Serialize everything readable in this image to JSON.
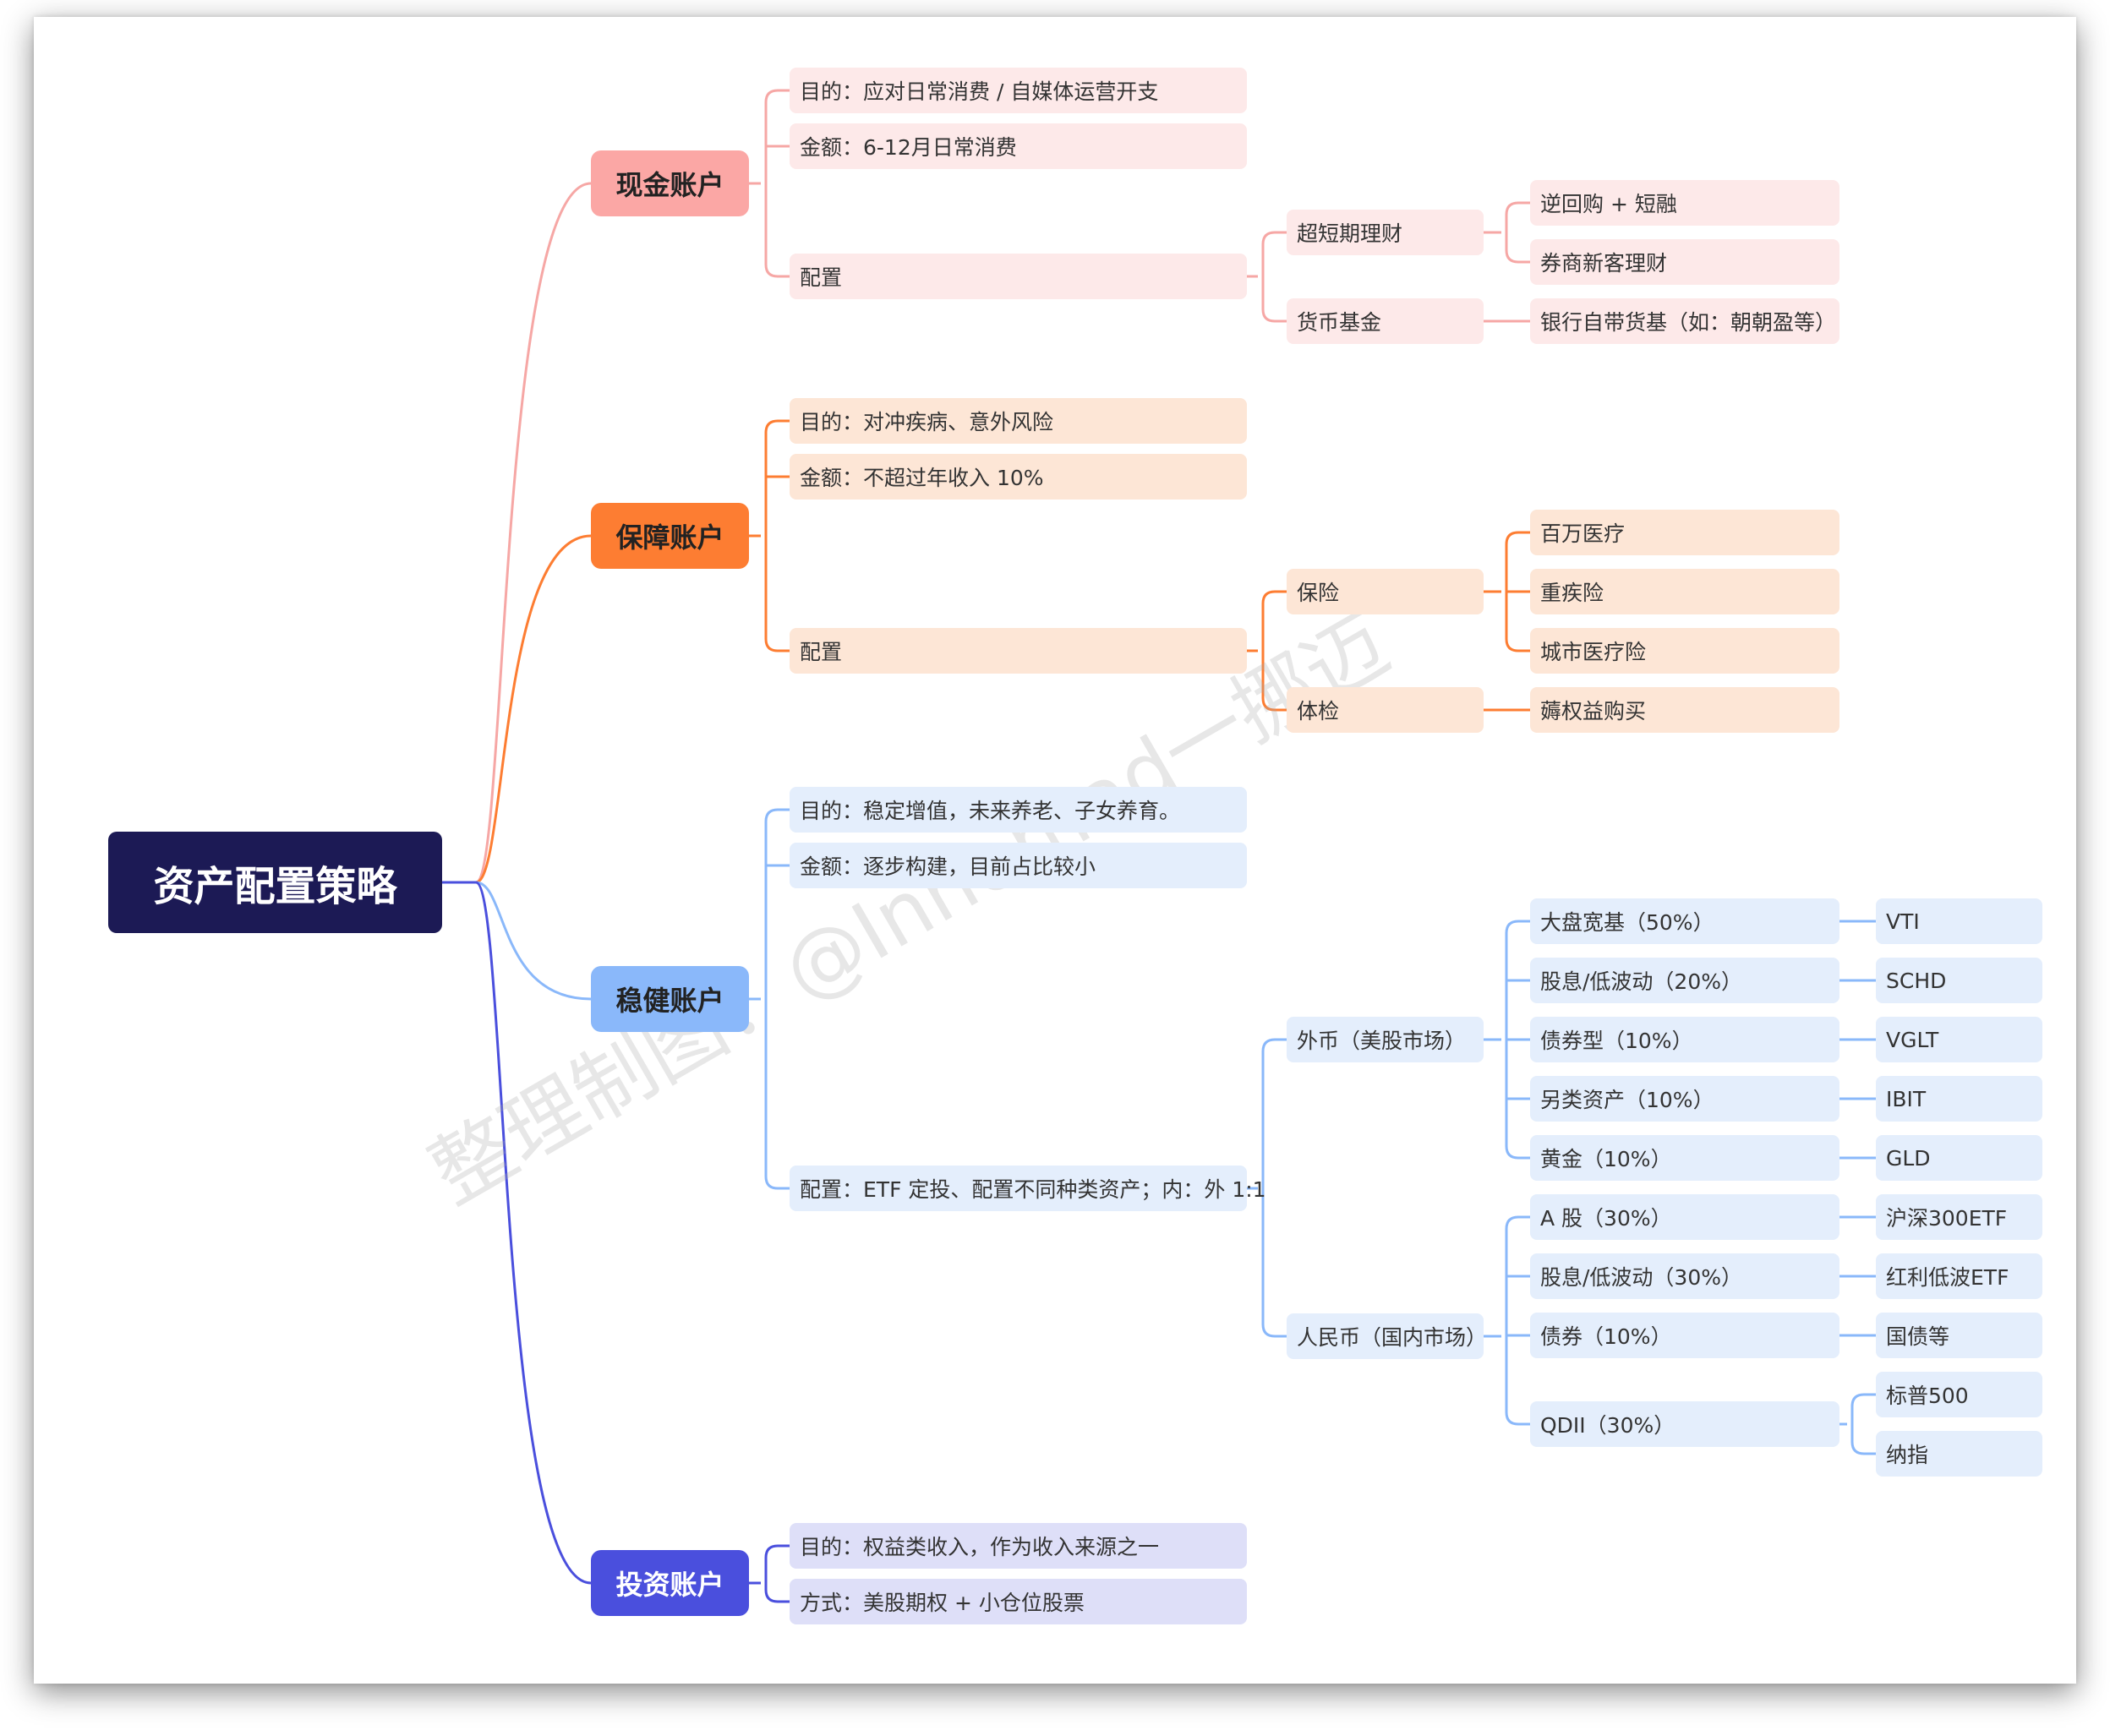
{
  "root": {
    "label": "资产配置策略"
  },
  "watermark": "整理制图：@Innomad一挪迈",
  "colors": {
    "root_bg": "#1c1a55",
    "cash": {
      "branch": "#fba7a5",
      "leaf": "#fde9e9",
      "line": "#f6a7a5",
      "text": "#333333"
    },
    "protection": {
      "branch": "#fd7d32",
      "leaf": "#fde6d6",
      "line": "#fd7d32",
      "text": "#333333"
    },
    "stable": {
      "branch": "#8ab8fa",
      "leaf": "#e4eefc",
      "line": "#8ab8fa",
      "text": "#333333"
    },
    "invest": {
      "branch": "#4a4fdd",
      "leaf": "#dedff8",
      "line": "#4a4fdd",
      "text": "#ffffff"
    }
  },
  "branches": {
    "cash": {
      "label": "现金账户",
      "purpose": "目的：应对日常消费 / 自媒体运营开支",
      "amount": "金额：6-12月日常消费",
      "config": "配置",
      "ultrashort": "超短期理财",
      "ultrashort_items": [
        "逆回购 + 短融",
        "券商新客理财"
      ],
      "moneyfund": "货币基金",
      "moneyfund_item": "银行自带货基（如：朝朝盈等）"
    },
    "protection": {
      "label": "保障账户",
      "purpose": "目的：对冲疾病、意外风险",
      "amount": "金额：不超过年收入 10%",
      "config": "配置",
      "insurance": "保险",
      "insurance_items": [
        "百万医疗",
        "重疾险",
        "城市医疗险"
      ],
      "checkup": "体检",
      "checkup_item": "薅权益购买"
    },
    "stable": {
      "label": "稳健账户",
      "purpose": "目的：稳定增值，未来养老、子女养育。",
      "amount": "金额：逐步构建，目前占比较小",
      "config": "配置：ETF 定投、配置不同种类资产；内：外 1:1",
      "foreign": {
        "label": "外币（美股市场）",
        "items": [
          {
            "label": "大盘宽基（50%）",
            "ticker": "VTI"
          },
          {
            "label": "股息/低波动（20%）",
            "ticker": "SCHD"
          },
          {
            "label": "债券型（10%）",
            "ticker": "VGLT"
          },
          {
            "label": "另类资产（10%）",
            "ticker": "IBIT"
          },
          {
            "label": "黄金（10%）",
            "ticker": "GLD"
          }
        ]
      },
      "domestic": {
        "label": "人民币（国内市场）",
        "items": [
          {
            "label": "A 股（30%）",
            "ticker": "沪深300ETF"
          },
          {
            "label": "股息/低波动（30%）",
            "ticker": "红利低波ETF"
          },
          {
            "label": "债券（10%）",
            "ticker": "国债等"
          }
        ],
        "qdii": {
          "label": "QDII（30%）",
          "tickers": [
            "标普500",
            "纳指"
          ]
        }
      }
    },
    "invest": {
      "label": "投资账户",
      "purpose": "目的：权益类收入，作为收入来源之一",
      "method": "方式：美股期权 + 小仓位股票"
    }
  }
}
